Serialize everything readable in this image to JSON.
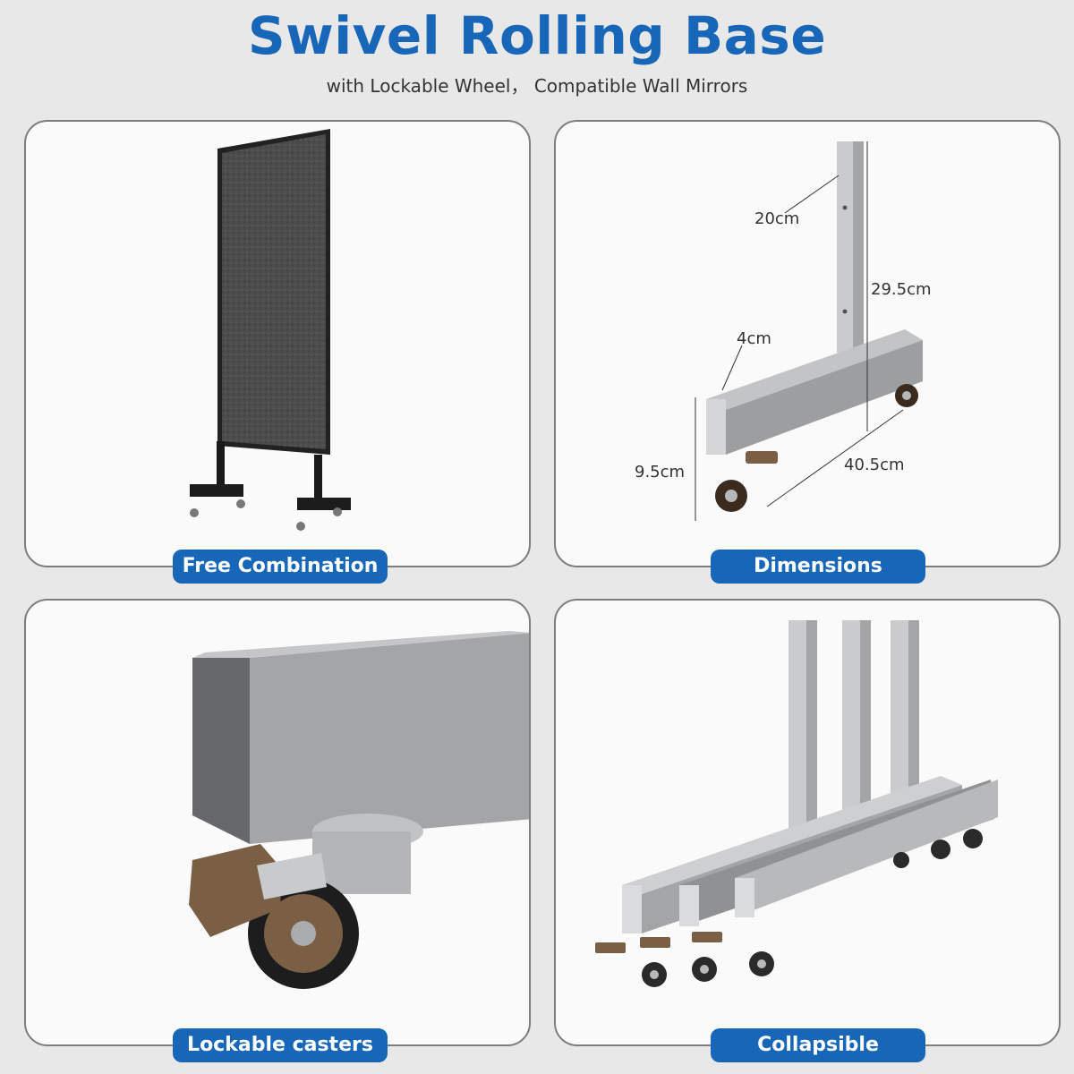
{
  "header": {
    "title": "Swivel Rolling Base",
    "subtitle": "with Lockable Wheel， Compatible Wall Mirrors"
  },
  "panels": [
    {
      "label": "Free Combination"
    },
    {
      "label": "Dimensions"
    },
    {
      "label": "Lockable casters"
    },
    {
      "label": "Collapsible"
    }
  ],
  "dimensions": {
    "post_width": "20cm",
    "post_height": "29.5cm",
    "base_width": "4cm",
    "base_height": "9.5cm",
    "base_length": "40.5cm"
  },
  "colors": {
    "accent": "#1766b8",
    "panel_border": "#7d7d7d",
    "metal": "#a9abad",
    "brake": "#7a5f45"
  }
}
